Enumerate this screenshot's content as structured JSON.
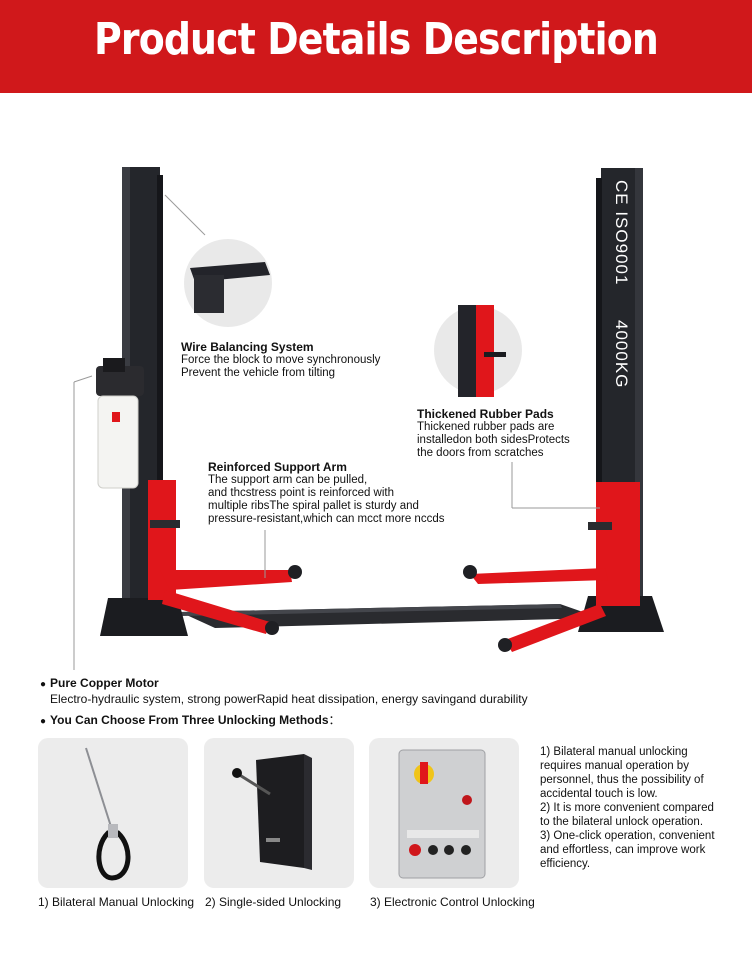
{
  "banner": {
    "title": "Product Details Description"
  },
  "pillar_right": {
    "cert_text": "CE ISO9001",
    "capacity_text": "4000KG"
  },
  "callouts": {
    "wire": {
      "title": "Wire Balancing System",
      "desc": "Force the block to move synchronously\nPrevent the vehicle from tilting"
    },
    "pads": {
      "title": "Thickened Rubber Pads",
      "desc": "Thickened rubber pads are\ninstalledon both sidesProtects\nthe doors from scratches"
    },
    "arm": {
      "title": "Reinforced Support Arm",
      "desc": "The support arm can be pulled,\nand thcstress point is reinforced with\nmultiple ribsThe spiral pallet is sturdy and\npressure-resistant,which can mcct more nccds"
    }
  },
  "motor": {
    "title": "Pure Copper Motor",
    "desc": "Electro-hydraulic system, strong powerRapid heat dissipation, energy savingand durability"
  },
  "unlocking": {
    "title": "You Can Choose From Three Unlocking Methods",
    "colon": "：",
    "methods": [
      {
        "label": "1) Bilateral Manual Unlocking"
      },
      {
        "label": "2) Single-sided Unlocking"
      },
      {
        "label": "3) Electronic Control Unlocking"
      }
    ],
    "notes": "1)  Bilateral manual unlocking\nrequires manual operation by\npersonnel, thus the possibility of\naccidental touch is low.\n2)  It is more convenient compared\nto the bilateral unlock operation.\n3)  One-click operation, convenient\nand effortless, can improve work\nefficiency."
  },
  "colors": {
    "banner": "#d0181b",
    "lift_red": "#e0161b",
    "post_dark": "#202125"
  }
}
